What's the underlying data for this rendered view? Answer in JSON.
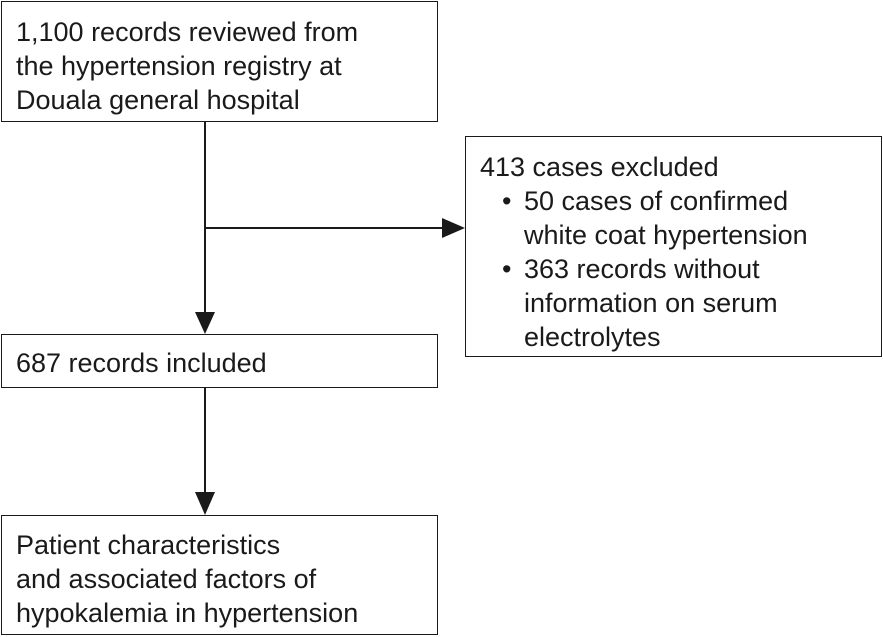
{
  "start_box": {
    "lines": [
      "1,100 records reviewed from",
      "the hypertension registry at",
      "Douala general hospital"
    ]
  },
  "excluded_box": {
    "title": "413 cases excluded",
    "bullets": [
      {
        "lines": [
          "50 cases of confirmed",
          "white coat hypertension"
        ]
      },
      {
        "lines": [
          "363 records without",
          "information on serum",
          "electrolytes"
        ]
      }
    ],
    "bullet_symbol": "•"
  },
  "included_box": {
    "text": "687 records included"
  },
  "final_box": {
    "lines": [
      "Patient characteristics",
      "and associated factors of",
      "hypokalemia in hypertension"
    ]
  },
  "colors": {
    "stroke": "#1a1a1a",
    "background": "#ffffff"
  }
}
